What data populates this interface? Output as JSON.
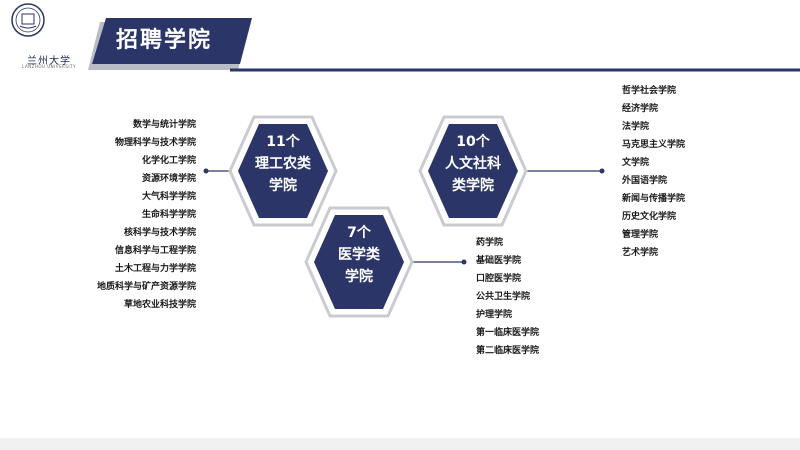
{
  "header": {
    "title": "招聘学院",
    "logo_name": "兰州大学",
    "logo_sub": "LANZHOU UNIVERSITY"
  },
  "colors": {
    "navy": "#2b3567",
    "navy_dark": "#1d2552",
    "grey_frame": "#c9cbd1",
    "text": "#1a1a1a"
  },
  "groups": [
    {
      "count": "11个",
      "name_line1": "理工农类",
      "name_line2": "学院",
      "colleges": [
        "数学与统计学院",
        "物理科学与技术学院",
        "化学化工学院",
        "资源环境学院",
        "大气科学学院",
        "生命科学学院",
        "核科学与技术学院",
        "信息科学与工程学院",
        "土木工程与力学学院",
        "地质科学与矿产资源学院",
        "草地农业科技学院"
      ]
    },
    {
      "count": "10个",
      "name_line1": "人文社科",
      "name_line2": "类学院",
      "colleges": [
        "哲学社会学院",
        "经济学院",
        "法学院",
        "马克思主义学院",
        "文学院",
        "外国语学院",
        "新闻与传播学院",
        "历史文化学院",
        "管理学院",
        "艺术学院"
      ]
    },
    {
      "count": "7个",
      "name_line1": "医学类",
      "name_line2": "学院",
      "colleges": [
        "药学院",
        "基础医学院",
        "口腔医学院",
        "公共卫生学院",
        "护理学院",
        "第一临床医学院",
        "第二临床医学院"
      ]
    }
  ]
}
